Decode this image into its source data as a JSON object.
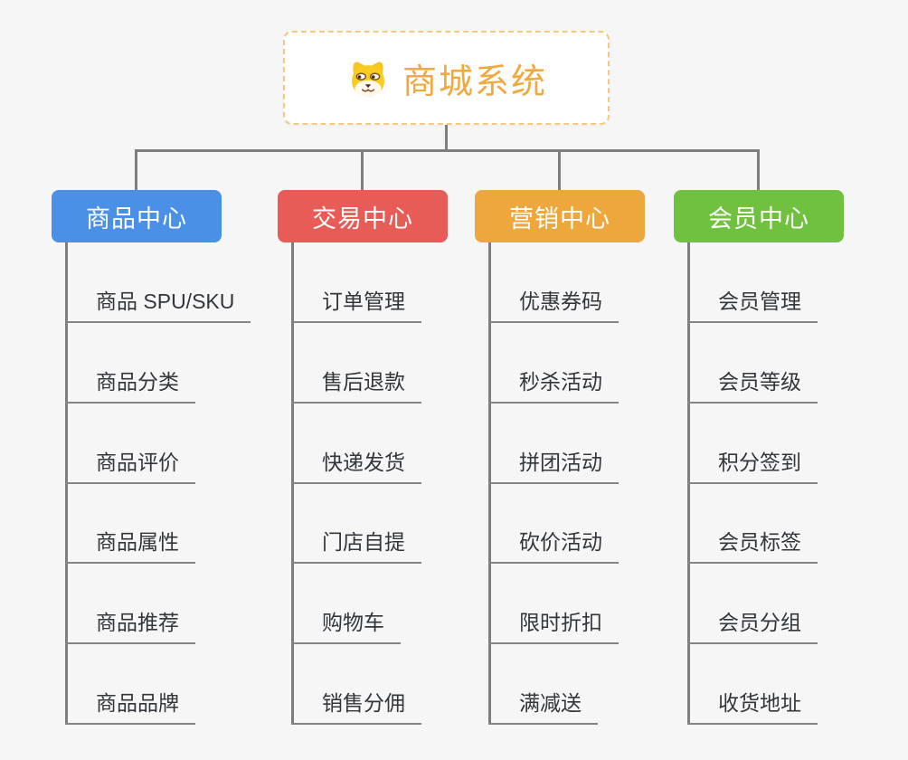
{
  "canvas": {
    "background": "#F6F6F6",
    "connector_color": "#7E7E7E",
    "underline_color": "#848484",
    "item_text_color": "#33363A"
  },
  "root": {
    "title": "商城系统",
    "icon": "shiba-dog-face",
    "text_color": "#F0A93E",
    "border_color": "#F6C87D",
    "background": "#FFFFFF"
  },
  "branches": [
    {
      "label": "商品中心",
      "color": "#4A90E6",
      "text_color": "#FFFFFF",
      "items": [
        "商品 SPU/SKU",
        "商品分类",
        "商品评价",
        "商品属性",
        "商品推荐",
        "商品品牌"
      ]
    },
    {
      "label": "交易中心",
      "color": "#E85C57",
      "text_color": "#FFFFFF",
      "items": [
        "订单管理",
        "售后退款",
        "快递发货",
        "门店自提",
        "购物车",
        "销售分佣"
      ]
    },
    {
      "label": "营销中心",
      "color": "#EEA73C",
      "text_color": "#FFFFFF",
      "items": [
        "优惠券码",
        "秒杀活动",
        "拼团活动",
        "砍价活动",
        "限时折扣",
        "满减送"
      ]
    },
    {
      "label": "会员中心",
      "color": "#6FC13F",
      "text_color": "#FFFFFF",
      "items": [
        "会员管理",
        "会员等级",
        "积分签到",
        "会员标签",
        "会员分组",
        "收货地址"
      ]
    }
  ]
}
